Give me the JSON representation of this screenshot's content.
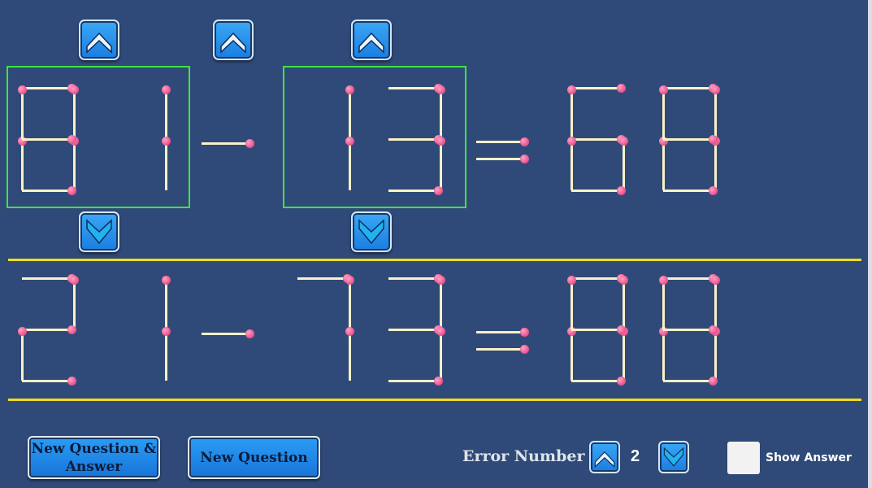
{
  "buttons": {
    "new_question_answer": "New Question &\nAnswer",
    "new_question": "New Question"
  },
  "error": {
    "label": "Error Number",
    "value": "2"
  },
  "show_answer": {
    "label": "Show Answer",
    "checked": false
  },
  "icons": {
    "increment": "chevron-up-icon",
    "decrement": "chevron-down-icon"
  },
  "colors": {
    "background": "#2f4a78",
    "selection": "#3fe23f",
    "divider": "#f0dd1c",
    "match_head": "#e8508a",
    "match_stick": "#fbf0c8"
  },
  "puzzle": {
    "equation": [
      "8",
      "1",
      "-",
      "13",
      "=",
      "68"
    ],
    "selected_groups": [
      0,
      2
    ]
  },
  "answer": {
    "equation": [
      "2",
      "1",
      "-",
      "73",
      "=",
      "88"
    ]
  }
}
